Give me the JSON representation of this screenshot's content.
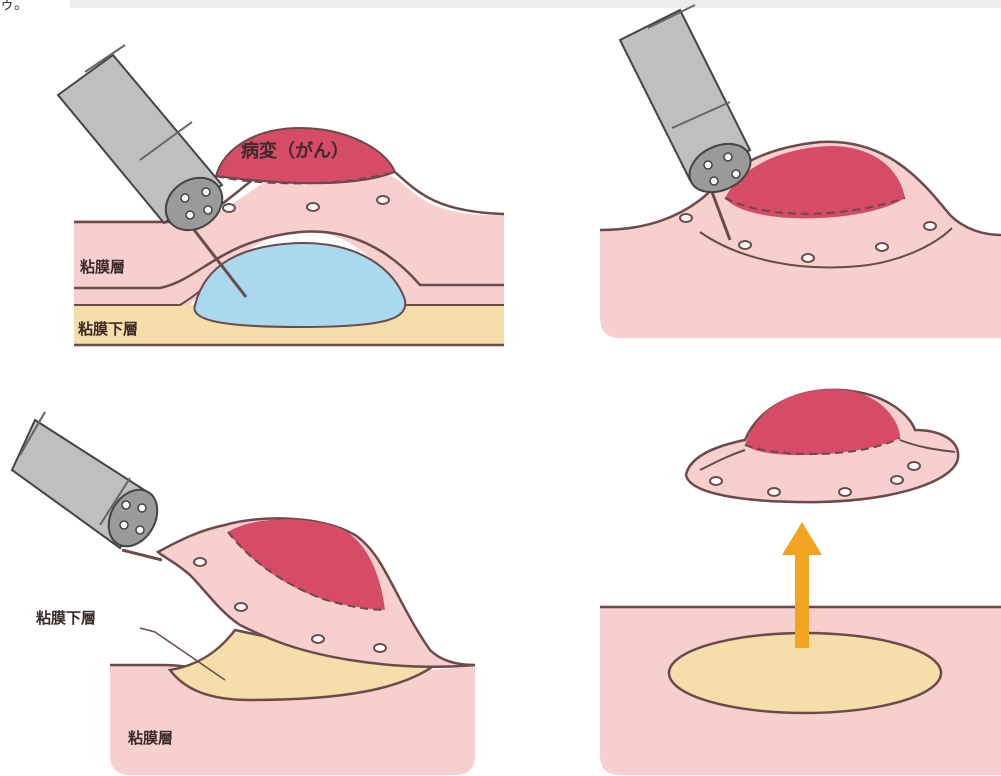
{
  "corner_text": "ゥ。",
  "colors": {
    "mucosa": "#f7cfcf",
    "submucosa": "#f6deaa",
    "lesion": "#d64b66",
    "fluid": "#a9d8ef",
    "outline": "#6b4a4a",
    "scope_body": "#bfbfbf",
    "arrow": "#f0a420"
  },
  "panels": {
    "top_left": {
      "lesion_label": "病変（がん）",
      "mucosa_label": "粘膜層",
      "submucosa_label": "粘膜下層"
    },
    "bottom_left": {
      "submucosa_label": "粘膜下層",
      "mucosa_label": "粘膜層"
    }
  },
  "icons": [
    "endoscope-icon",
    "needle-icon",
    "electric-knife-icon",
    "up-arrow-icon"
  ]
}
